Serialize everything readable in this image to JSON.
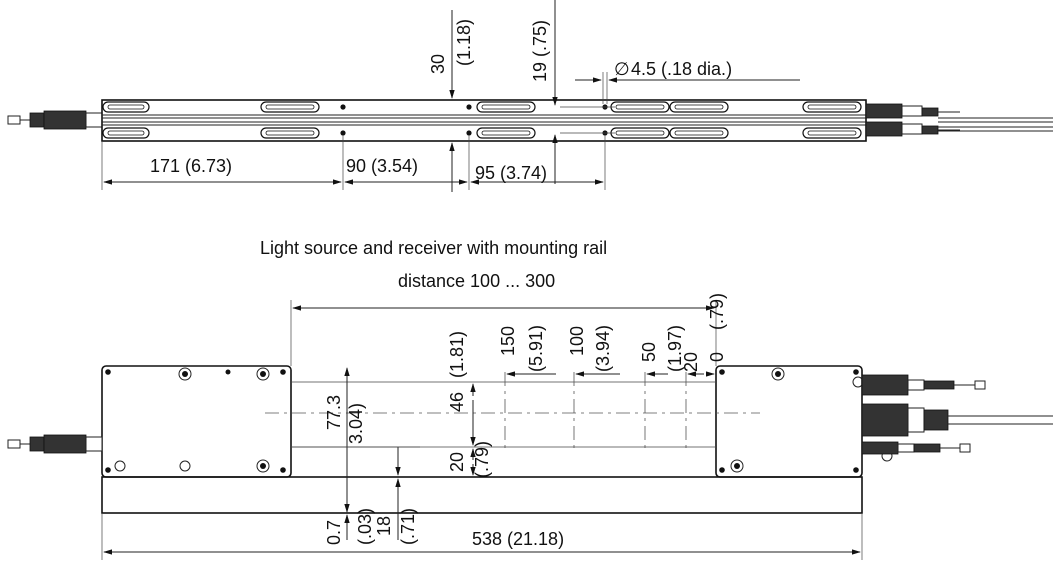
{
  "top_view": {
    "dim_171": "171 (6.73)",
    "dim_90": "90 (3.54)",
    "dim_95": "95 (3.74)",
    "dim_30": "30",
    "dim_118": "(1.18)",
    "dim_19": "19 (.75)",
    "dim_hole": "4.5 (.18 dia.)",
    "dia_symbol": "∅"
  },
  "side_view": {
    "caption": "Light source and receiver with mounting rail",
    "distance": "distance 100 ... 300",
    "d150": "150",
    "d591": "(5.91)",
    "d100": "100",
    "d394": "(3.94)",
    "d50": "50",
    "d197": "(1.97)",
    "d20": "20",
    "d079": "(.79)",
    "d0": "0",
    "d46": "46",
    "d181": "(1.81)",
    "d20b": "20",
    "d079b": "(.79)",
    "d773": "77.3",
    "d304": "3.04)",
    "d07": "0.7",
    "d003": "(.03)",
    "d18": "18",
    "d071": "(.71)",
    "total": "538 (21.18)"
  }
}
